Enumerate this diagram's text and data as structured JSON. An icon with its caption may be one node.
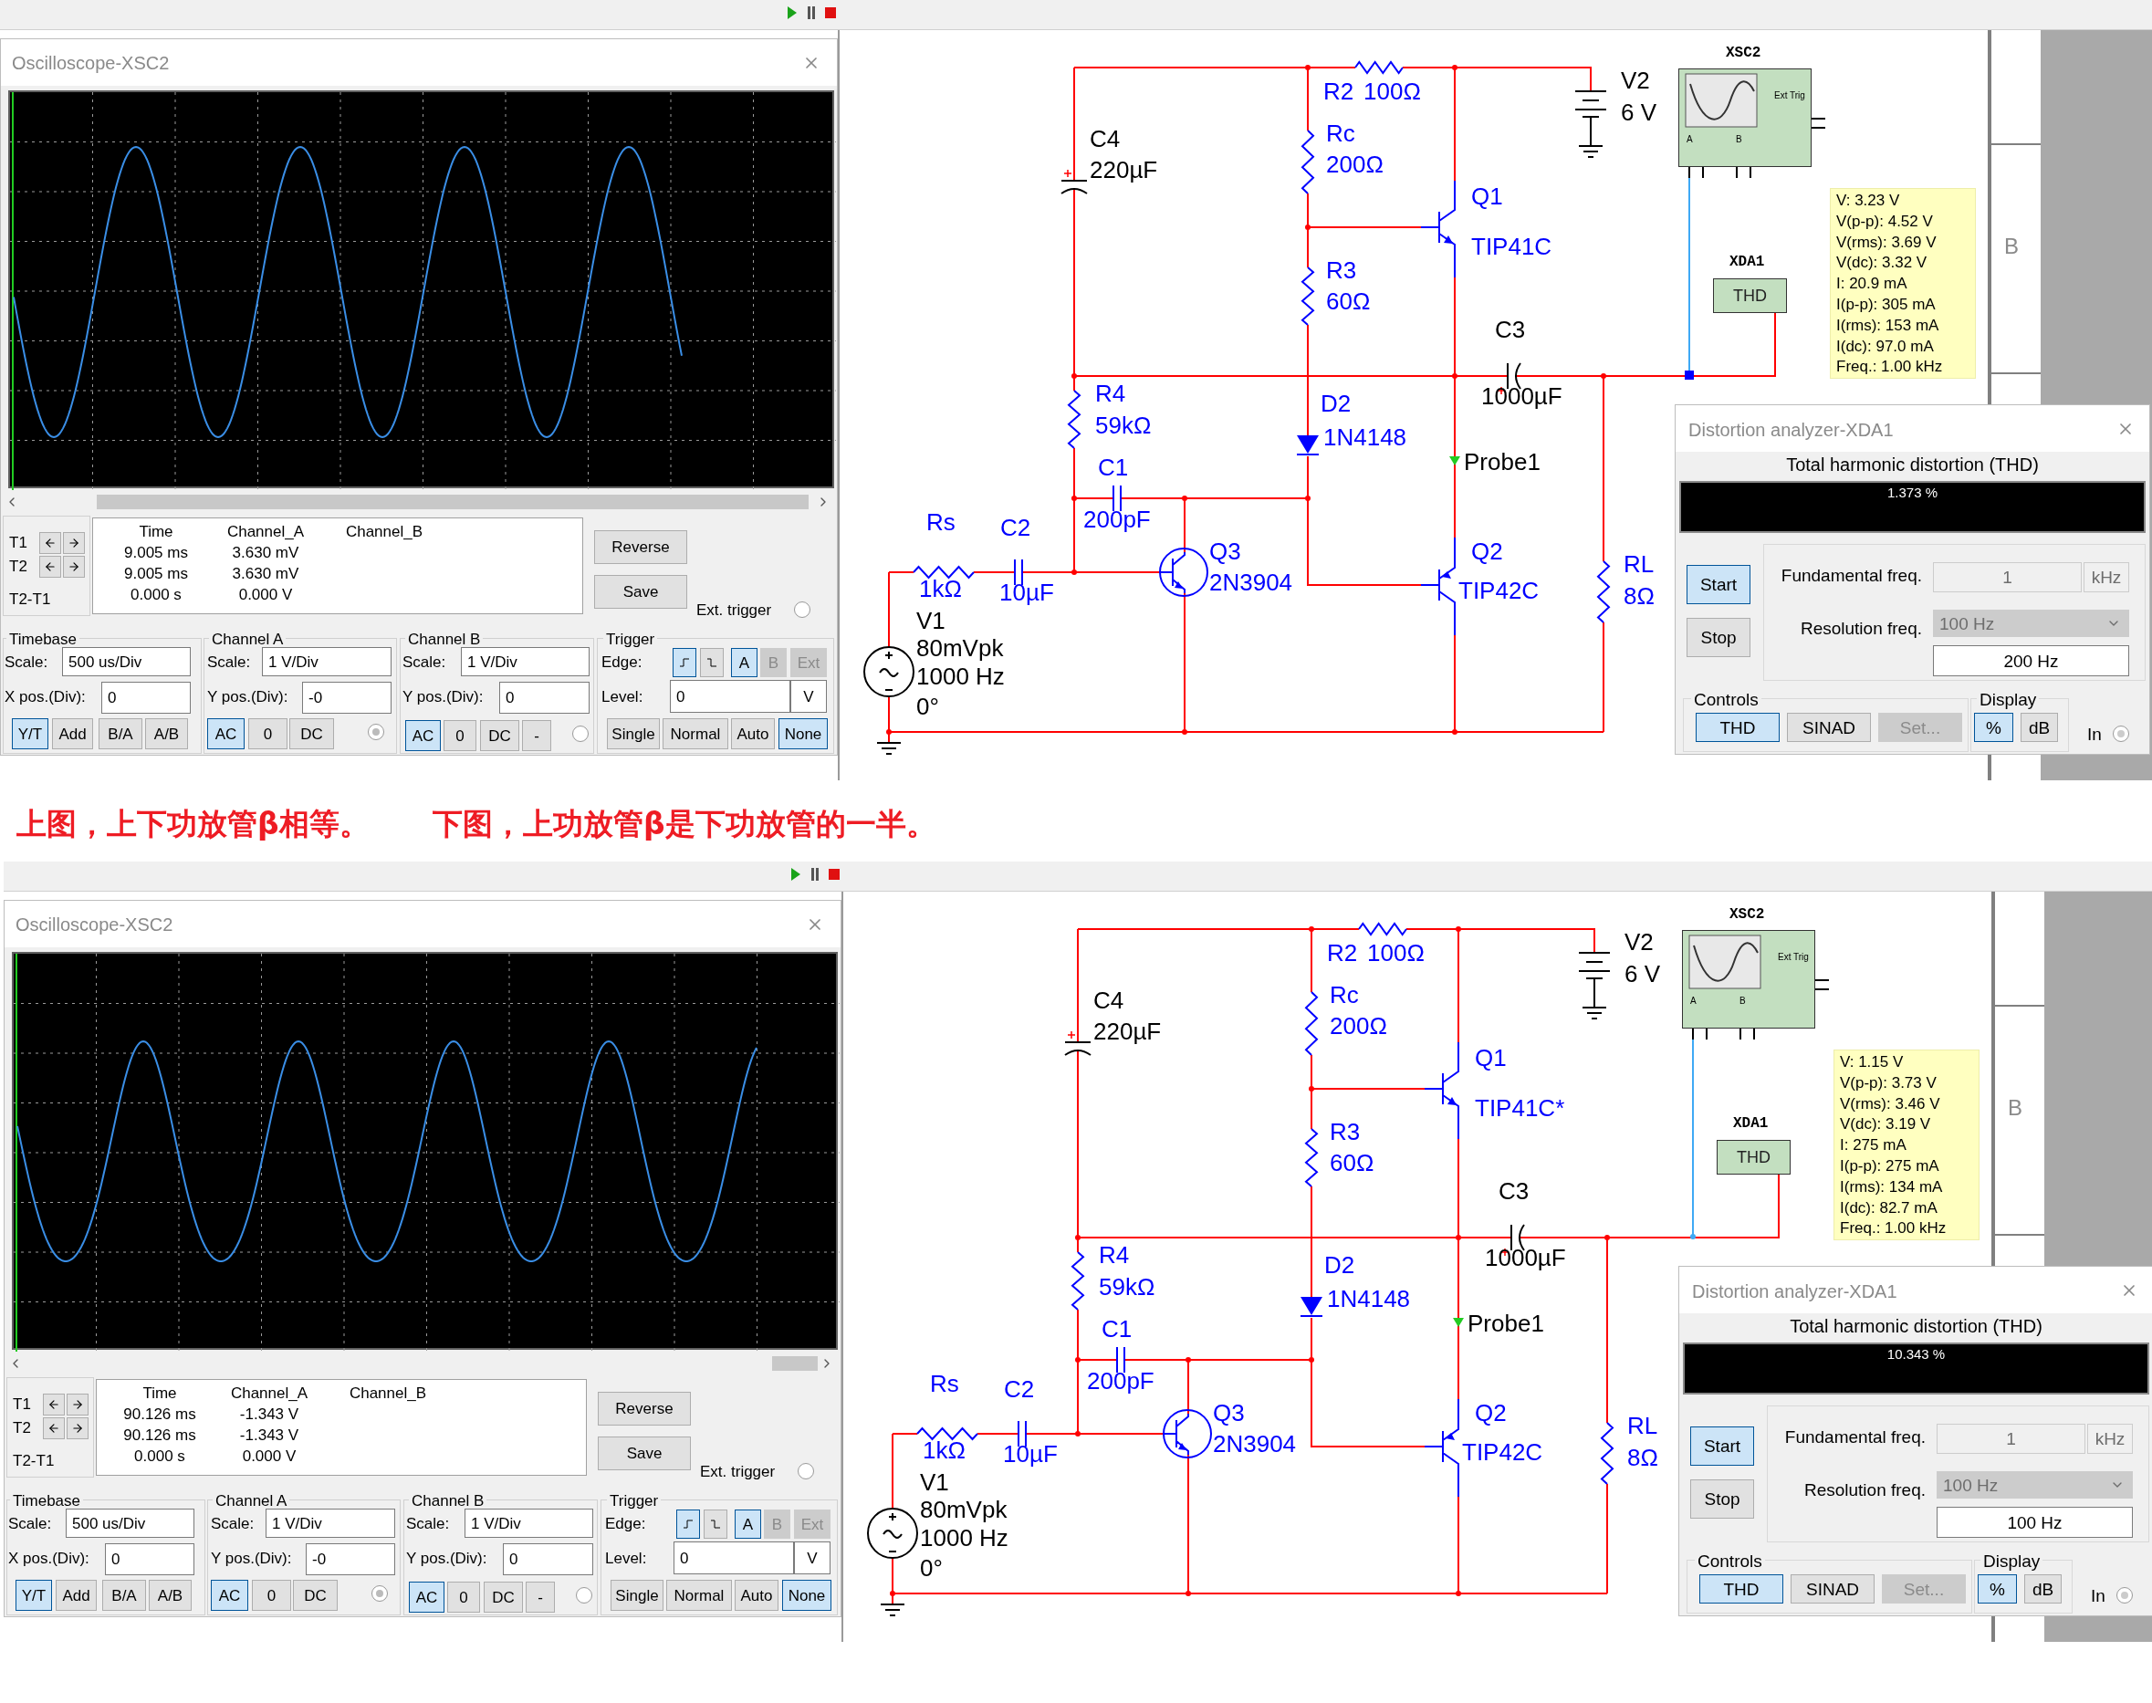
{
  "diagram": {
    "nodes": [
      {
        "text": [
          "Oscilloscope-XSC2",
          "T1",
          "T2",
          "T2-T1",
          "Time",
          "9.005 ms",
          "9.005 ms",
          "0.000 s",
          "Channel_A",
          "3.630 mV",
          "3.630 mV",
          "0.000 V",
          "Channel_B",
          "Reverse",
          "Save",
          "Ext. trigger",
          "Timebase",
          "Scale:",
          "500 us/Div",
          "X pos.(Div):",
          "0",
          "Y/T",
          "Add",
          "B/A",
          "A/B",
          "Channel A",
          "Scale:",
          "1 V/Div",
          "Y pos.(Div):",
          "-0",
          "AC",
          "0",
          "DC",
          "Channel B",
          "Scale:",
          "1 V/Div",
          "Y pos.(Div):",
          "0",
          "AC",
          "0",
          "DC",
          "-",
          "Trigger",
          "Edge:",
          "A",
          "B",
          "Ext",
          "Level:",
          "0",
          "V",
          "Single",
          "Normal",
          "Auto",
          "None"
        ]
      },
      {
        "text": [
          "XSC2",
          "Ext Trig",
          "A",
          "B"
        ]
      },
      {
        "text": [
          "XDA1",
          "THD"
        ]
      },
      {
        "text": [
          "V: 3.23 V",
          "V(p-p): 4.52 V",
          "V(rms): 3.69 V",
          "V(dc): 3.32 V",
          "I: 20.9 mA",
          "I(p-p): 305 mA",
          "I(rms): 153 mA",
          "I(dc): 97.0 mA",
          "Freq.: 1.00 kHz"
        ]
      },
      {
        "text": [
          "Distortion analyzer-XDA1",
          "Total harmonic distortion (THD)",
          "1.373 %",
          "Start",
          "Stop",
          "Fundamental freq.",
          "1",
          "kHz",
          "Resolution freq.",
          "100 Hz",
          "200 Hz",
          "Controls",
          "THD",
          "SINAD",
          "Set...",
          "Display",
          "%",
          "dB",
          "In"
        ]
      },
      {
        "text": [
          "Oscilloscope-XSC2",
          "T1",
          "T2",
          "T2-T1",
          "Time",
          "90.126 ms",
          "90.126 ms",
          "0.000 s",
          "Channel_A",
          "-1.343 V",
          "-1.343 V",
          "0.000 V",
          "Channel_B",
          "Reverse",
          "Save",
          "Ext. trigger",
          "Timebase",
          "Scale:",
          "500 us/Div",
          "X pos.(Div):",
          "0",
          "Y/T",
          "Add",
          "B/A",
          "A/B",
          "Channel A",
          "Scale:",
          "1 V/Div",
          "Y pos.(Div):",
          "-0",
          "AC",
          "0",
          "DC",
          "Channel B",
          "Scale:",
          "1 V/Div",
          "Y pos.(Div):",
          "0",
          "AC",
          "0",
          "DC",
          "-",
          "Trigger",
          "Edge:",
          "A",
          "B",
          "Ext",
          "Level:",
          "0",
          "V",
          "Single",
          "Normal",
          "Auto",
          "None"
        ]
      },
      {
        "text": [
          "XSC2",
          "Ext Trig",
          "A",
          "B"
        ]
      },
      {
        "text": [
          "XDA1",
          "THD"
        ]
      },
      {
        "text": [
          "V: 1.15 V",
          "V(p-p): 3.73 V",
          "V(rms): 3.46 V",
          "V(dc): 3.19 V",
          "I: 275 mA",
          "I(p-p): 275 mA",
          "I(rms): 134 mA",
          "I(dc): 82.7 mA",
          "Freq.: 1.00 kHz"
        ]
      },
      {
        "text": [
          "Distortion analyzer-XDA1",
          "Total harmonic distortion (THD)",
          "10.343 %",
          "Start",
          "Stop",
          "Fundamental freq.",
          "1",
          "kHz",
          "Resolution freq.",
          "100 Hz",
          "100 Hz",
          "Controls",
          "THD",
          "SINAD",
          "Set...",
          "Display",
          "%",
          "dB",
          "In"
        ]
      }
    ],
    "labels": [
      "C4",
      "220µF",
      "R2",
      "100Ω",
      "Rc",
      "200Ω",
      "Q1",
      "TIP41C",
      "R3",
      "60Ω",
      "V2",
      "6 V",
      "C3",
      "1000µF",
      "R4",
      "59kΩ",
      "D2",
      "1N4148",
      "Probe1",
      "C1",
      "200pF",
      "Rs",
      "1kΩ",
      "C2",
      "10µF",
      "Q3",
      "2N3904",
      "Q2",
      "TIP42C",
      "RL",
      "8Ω",
      "V1",
      "80mVpk",
      "1000 Hz",
      "0°",
      "B",
      "上图，上下功放管β相等。",
      "下图，上功放管β是下功放管的一半。",
      "C4",
      "220µF",
      "R2",
      "100Ω",
      "Rc",
      "200Ω",
      "Q1",
      "TIP41C*",
      "R3",
      "60Ω",
      "V2",
      "6 V",
      "C3",
      "1000µF",
      "R4",
      "59kΩ",
      "D2",
      "1N4148",
      "Probe1",
      "C1",
      "200pF",
      "Rs",
      "1kΩ",
      "C2",
      "10µF",
      "Q3",
      "2N3904",
      "Q2",
      "TIP42C",
      "RL",
      "8Ω",
      "V1",
      "80mVpk",
      "1000 Hz",
      "0°",
      "B"
    ]
  }
}
